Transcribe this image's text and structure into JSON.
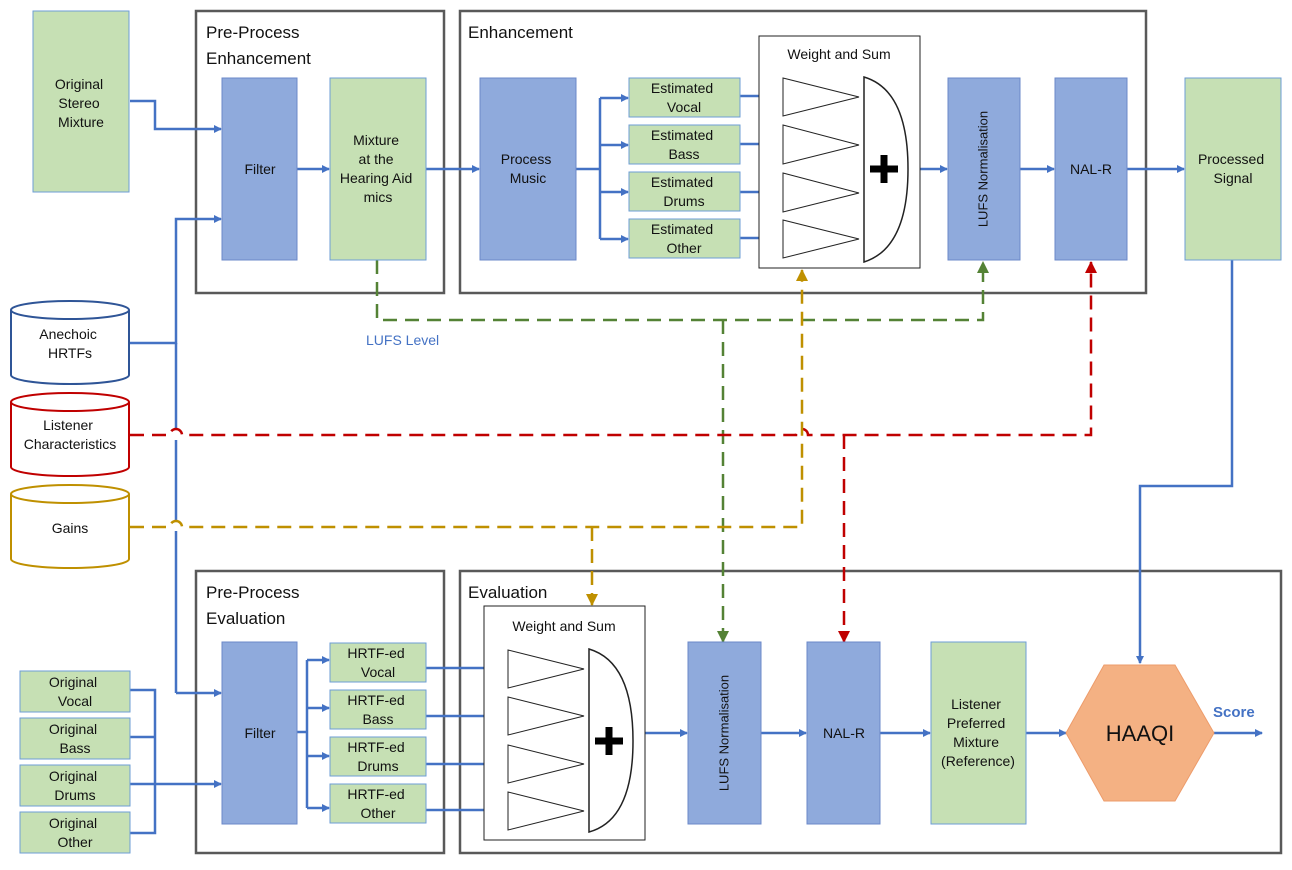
{
  "groups": {
    "preprocess_enhancement": "Pre-Process Enhancement",
    "enhancement": "Enhancement",
    "preprocess_evaluation": "Pre-Process Evaluation",
    "evaluation": "Evaluation"
  },
  "inputs": {
    "original_stereo_mixture": [
      "Original",
      "Stereo",
      "Mixture"
    ],
    "original_vocal": [
      "Original",
      "Vocal"
    ],
    "original_bass": [
      "Original",
      "Bass"
    ],
    "original_drums": [
      "Original",
      "Drums"
    ],
    "original_other": [
      "Original",
      "Other"
    ]
  },
  "databases": {
    "anechoic_hrtfs": [
      "Anechoic",
      "HRTFs"
    ],
    "listener_characteristics": [
      "Listener",
      "Characteristics"
    ],
    "gains": [
      "Gains"
    ]
  },
  "enhancement_blocks": {
    "filter": "Filter",
    "mixture_hearing_aid": [
      "Mixture",
      "at the",
      "Hearing Aid",
      "mics"
    ],
    "process_music": [
      "Process",
      "Music"
    ],
    "estimated": [
      [
        "Estimated",
        "Vocal"
      ],
      [
        "Estimated",
        "Bass"
      ],
      [
        "Estimated",
        "Drums"
      ],
      [
        "Estimated",
        "Other"
      ]
    ],
    "weight_and_sum": "Weight and Sum",
    "lufs_normalisation": "LUFS Normalisation",
    "nal_r": "NAL-R",
    "processed_signal": [
      "Processed",
      "Signal"
    ]
  },
  "evaluation_blocks": {
    "filter": "Filter",
    "hrtf_ed": [
      [
        "HRTF-ed",
        "Vocal"
      ],
      [
        "HRTF-ed",
        "Bass"
      ],
      [
        "HRTF-ed",
        "Drums"
      ],
      [
        "HRTF-ed",
        "Other"
      ]
    ],
    "weight_and_sum": "Weight and Sum",
    "lufs_normalisation": "LUFS Normalisation",
    "nal_r": "NAL-R",
    "listener_preferred": [
      "Listener",
      "Preferred",
      "Mixture",
      "(Reference)"
    ],
    "haaqi": "HAAQI",
    "score": "Score"
  },
  "labels": {
    "lufs_level": "LUFS Level"
  },
  "colors": {
    "green_fill": "#c6e0b4",
    "blue_fill": "#8faadc",
    "flow_blue": "#4472c4",
    "dash_green": "#548235",
    "dash_red": "#c00000",
    "dash_yellow": "#bf9000",
    "haaqi_fill": "#f4b183",
    "db_blue": "#2f5597"
  }
}
